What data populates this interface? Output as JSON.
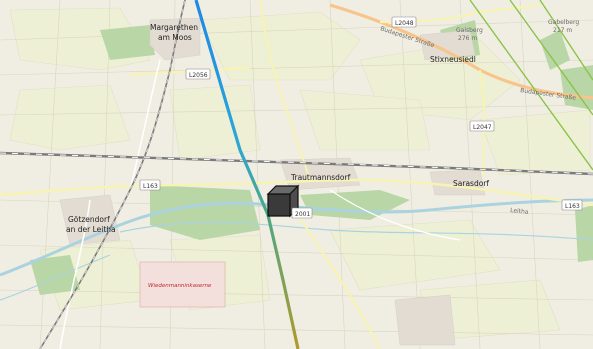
{
  "map": {
    "places": {
      "margarethen_line1": "Margarethen",
      "margarethen_line2": "am Moos",
      "goetzendorf_line1": "Götzendorf",
      "goetzendorf_line2": "an der Leitha",
      "trautmannsdorf": "Trautmannsdorf",
      "sarasdorf": "Sarasdorf",
      "stixneusiedl": "Stixneusiedl",
      "gaisberg_name": "Gaisberg",
      "gaisberg_elev": "276 m",
      "gabelberg_name": "Gabelberg",
      "gabelberg_elev": "217 m",
      "kaserne": "Wiedenmanninkaserne"
    },
    "roads": {
      "l2056": "L2056",
      "l2048": "L2048",
      "l2047": "L2047",
      "l163_west": "L163",
      "l163_east": "L163",
      "l2001": "2001",
      "budapester_1": "Budapester Straße",
      "budapester_2": "Budapester Straße",
      "river": "Leitha"
    },
    "colors": {
      "background": "#f2efe9",
      "field": "#eeeee2",
      "forest": "#add19e",
      "farmland": "#eef0d5",
      "water": "#aad3df",
      "road_major": "#f7f3b4",
      "road_orange": "#fcd6a4",
      "railway": "#7a7a7a",
      "track_start": "#1e90ff",
      "track_end": "#a89a2a"
    }
  }
}
